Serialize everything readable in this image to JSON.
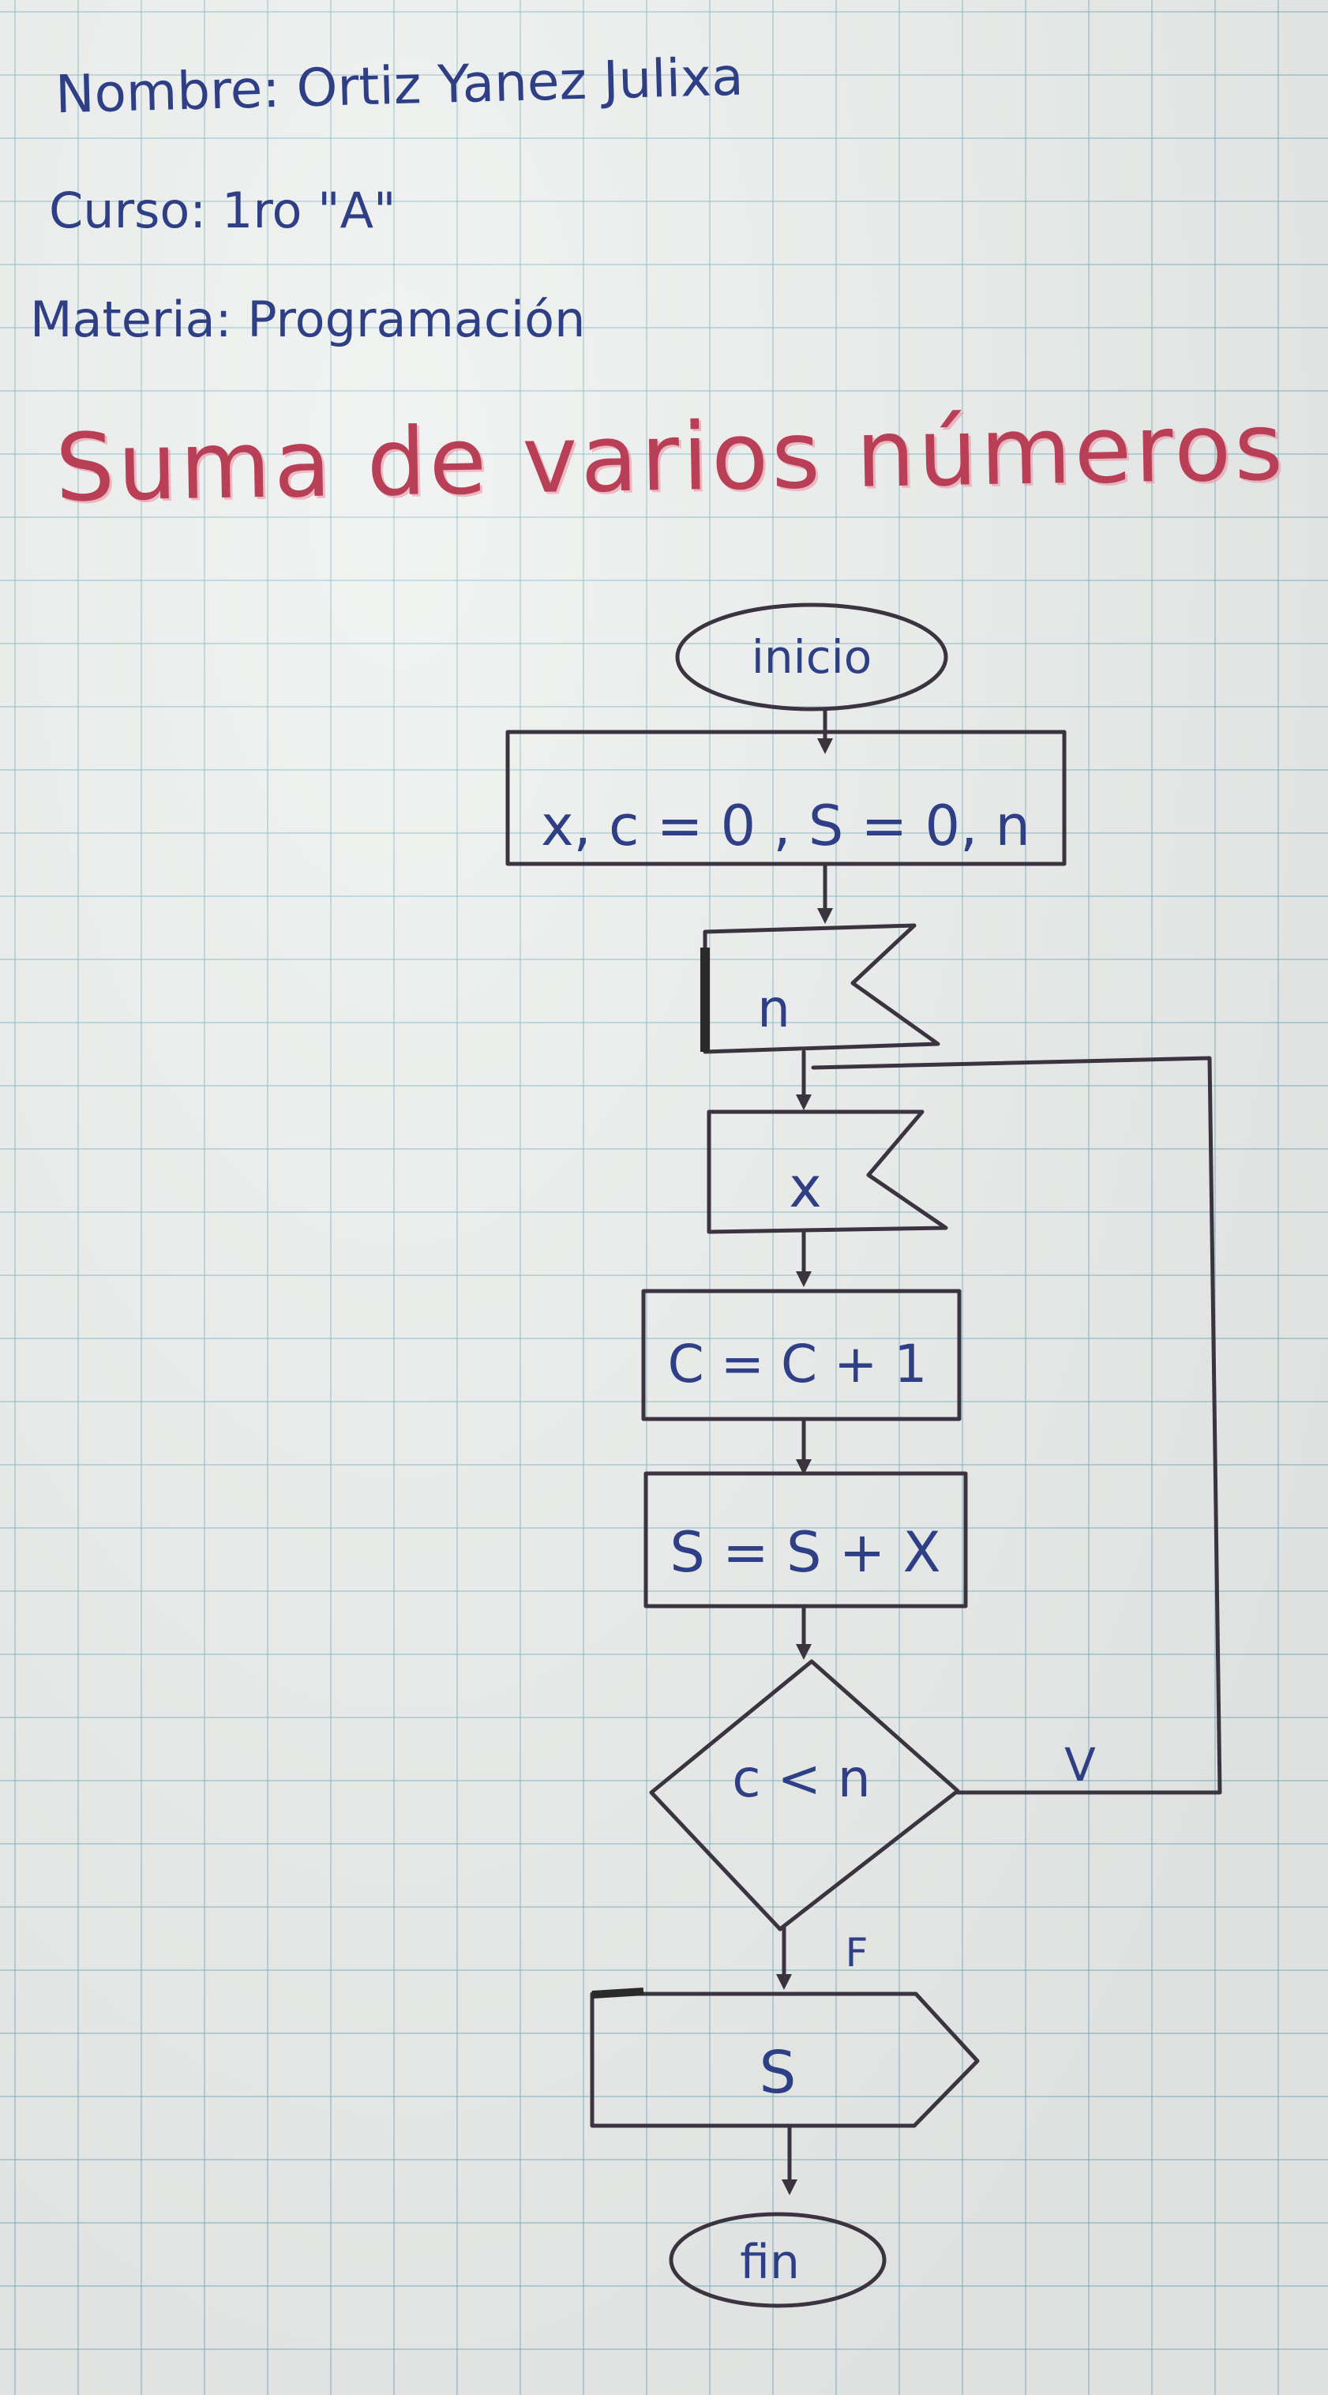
{
  "header": {
    "name": "Nombre: Ortiz Yanez Julixa",
    "course": "Curso: 1ro \"A\"",
    "subject": "Materia: Programación"
  },
  "title": "Suma de varios números",
  "flowchart": {
    "start": "inicio",
    "init": "x, c = 0 , S = 0, n",
    "input_n": "n",
    "input_x": "x",
    "counter": "C = C + 1",
    "accumulate": "S = S + X",
    "condition": "c < n",
    "true_label": "V",
    "false_label": "F",
    "output": "S",
    "end": "fin"
  },
  "colors": {
    "ink": "#2f3f86",
    "title": "#b83f56",
    "pencil": "#3b3440",
    "grid": "#6eafbe",
    "paper": "#ecefed"
  }
}
